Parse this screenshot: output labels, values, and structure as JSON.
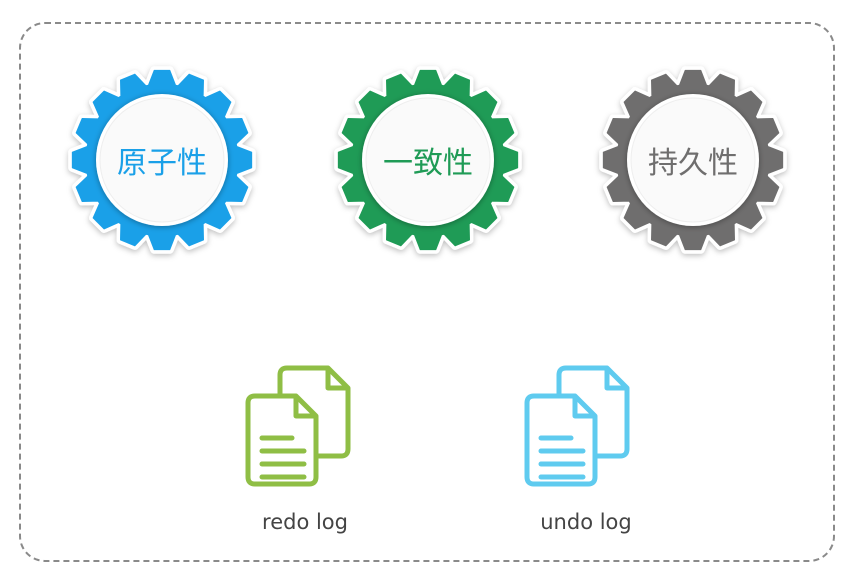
{
  "gears": [
    {
      "label": "原子性",
      "color": "#1aa0e8",
      "icon": "gear-icon"
    },
    {
      "label": "一致性",
      "color": "#1f9b56",
      "icon": "gear-icon"
    },
    {
      "label": "持久性",
      "color": "#6f6e6e",
      "icon": "gear-icon"
    }
  ],
  "logs": [
    {
      "label": "redo log",
      "color": "#8fbe45",
      "icon": "documents-icon"
    },
    {
      "label": "undo log",
      "color": "#5fcbef",
      "icon": "documents-icon"
    }
  ]
}
